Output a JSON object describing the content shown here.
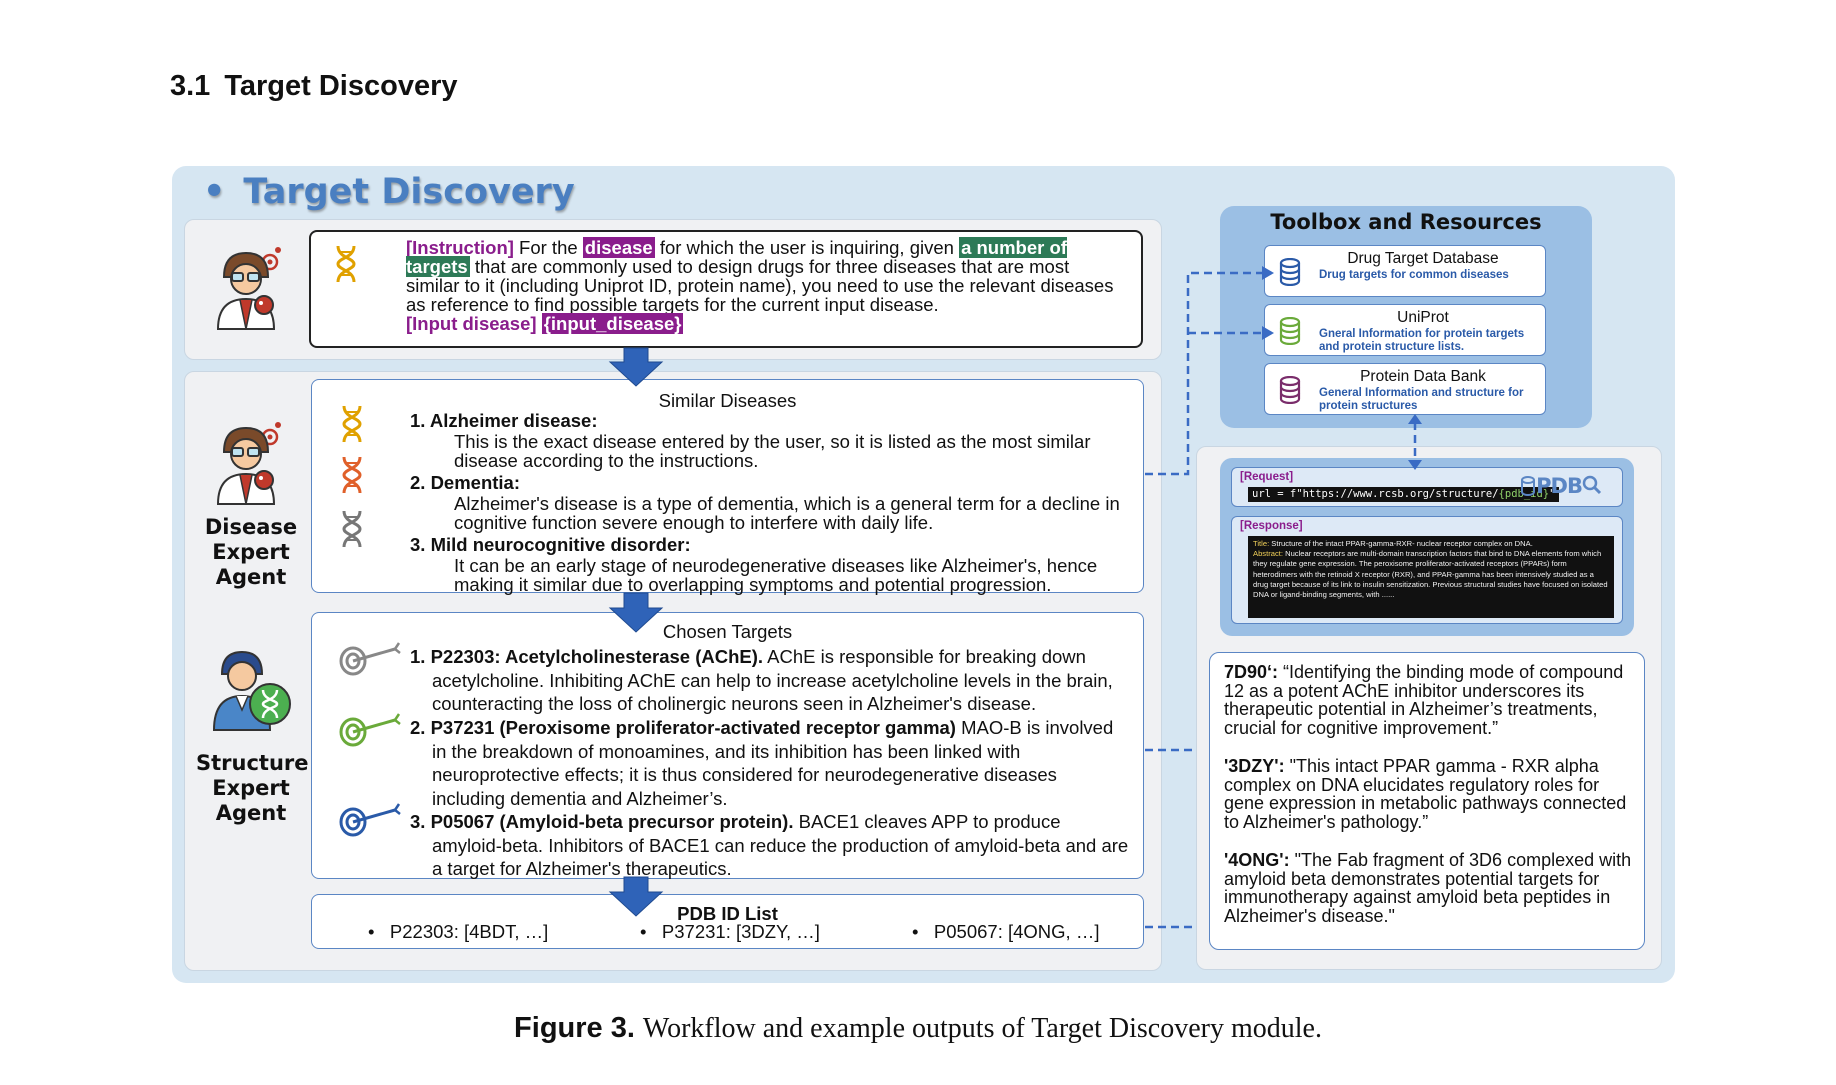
{
  "section": {
    "number": "3.1",
    "title": "Target Discovery"
  },
  "panel_title": {
    "bullet": "•",
    "text": "Target Discovery"
  },
  "instruction": {
    "tag_instruction": "[Instruction]",
    "t1": " For the ",
    "hl_disease": "disease",
    "t2": " for which the user is inquiring, given ",
    "hl_number": "a number of targets",
    "t3": " that are commonly used to design drugs for three diseases that are most similar to it (including Uniprot ID, protein name), you need to use the relevant diseases as reference to find possible targets for the current input disease.",
    "tag_input": "[Input disease]",
    "input_var": "{input_disease}"
  },
  "similar": {
    "title": "Similar Diseases",
    "items": [
      {
        "head": "1. Alzheimer disease:",
        "body": "This is the exact disease entered by the user, so it is listed as the most similar disease according to the instructions."
      },
      {
        "head": "2. Dementia:",
        "body": "Alzheimer's disease is a type of dementia, which is a general term for a decline in cognitive function severe enough to interfere with daily life."
      },
      {
        "head": "3. Mild neurocognitive disorder:",
        "body": "It can be an early stage of neurodegenerative diseases like Alzheimer's, hence making it similar due to overlapping symptoms and potential progression."
      }
    ]
  },
  "agents": {
    "disease": [
      "Disease",
      "Expert",
      "Agent"
    ],
    "structure": [
      "Structure",
      "Expert",
      "Agent"
    ]
  },
  "targets": {
    "title": "Chosen Targets",
    "items": [
      {
        "head": "1. P22303: Acetylcholinesterase (AChE).",
        "body": " AChE is responsible for breaking down acetylcholine. Inhibiting AChE can help to increase acetylcholine levels in the brain, counteracting the loss of cholinergic neurons seen in Alzheimer's disease."
      },
      {
        "head": "2. P37231 (Peroxisome proliferator-activated receptor gamma)",
        "body": " MAO-B is involved in the breakdown of monoamines, and its inhibition has been linked with neuroprotective effects; it is thus considered for neurodegenerative diseases including dementia and Alzheimer’s."
      },
      {
        "head": "3. P05067 (Amyloid-beta precursor protein).",
        "body": " BACE1 cleaves APP to produce amyloid-beta. Inhibitors of BACE1 can reduce the production of amyloid-beta and are a target for Alzheimer's therapeutics."
      }
    ]
  },
  "pdb_list": {
    "title": "PDB ID List",
    "items": [
      "P22303: [4BDT,  …]",
      "P37231: [3DZY, …]",
      "P05067: [4ONG, …]"
    ]
  },
  "toolbox": {
    "title": "Toolbox and Resources",
    "resources": [
      {
        "name": "Drug Target Database",
        "desc": "Drug targets for common diseases",
        "color": "#2a5aa8"
      },
      {
        "name": "UniProt",
        "desc": "Gneral Information for protein targets and protein structure lists.",
        "color": "#6aaa3a"
      },
      {
        "name": "Protein Data Bank",
        "desc": "General Information and structure for protein structures",
        "color": "#7a2d6b"
      }
    ]
  },
  "api": {
    "request_label": "[Request]",
    "request_code": "url = f\"https://www.rcsb.org/structure/",
    "request_var": "{pdb_id}",
    "request_end": "\"",
    "logo": "PDB",
    "response_label": "[Response]",
    "response_title_key": "Title:",
    "response_title": " Structure of the intact PPAR-gamma-RXR- nuclear receptor complex on DNA.",
    "response_abstract_key": "Abstract:",
    "response_abstract": " Nuclear receptors are multi-domain transcription factors that bind to DNA elements from which they regulate gene expression. The peroxisome proliferator-activated receptors (PPARs) form heterodimers with the retinoid X receptor (RXR), and PPAR-gamma has been intensively studied as a drug target because of its link to insulin sensitization. Previous structural studies have focused on isolated DNA or ligand-binding segments, with ......"
  },
  "quotes": [
    {
      "id": "7D90‘:",
      "text": " “Identifying the binding mode of compound 12 as a potent AChE inhibitor underscores its therapeutic potential in Alzheimer’s treatments, crucial for cognitive improvement.”"
    },
    {
      "id": "'3DZY':",
      "text": " \"This intact PPAR gamma - RXR alpha complex on DNA elucidates regulatory roles for gene expression in metabolic pathways connected to Alzheimer's pathology.”"
    },
    {
      "id": "'4ONG':",
      "text": " \"The Fab fragment of 3D6 complexed with amyloid beta demonstrates potential targets for immunotherapy against amyloid beta peptides in Alzheimer's disease.\""
    }
  ],
  "caption": {
    "label": "Figure 3.",
    "text": "Workflow and example outputs of Target Discovery module."
  },
  "colors": {
    "panel_bg": "#d6e6f2",
    "title_blue": "#4a7fc1",
    "accent_blue": "#2f63b8",
    "highlight_purple": "#8a1d8c",
    "highlight_green": "#2d7a57"
  }
}
